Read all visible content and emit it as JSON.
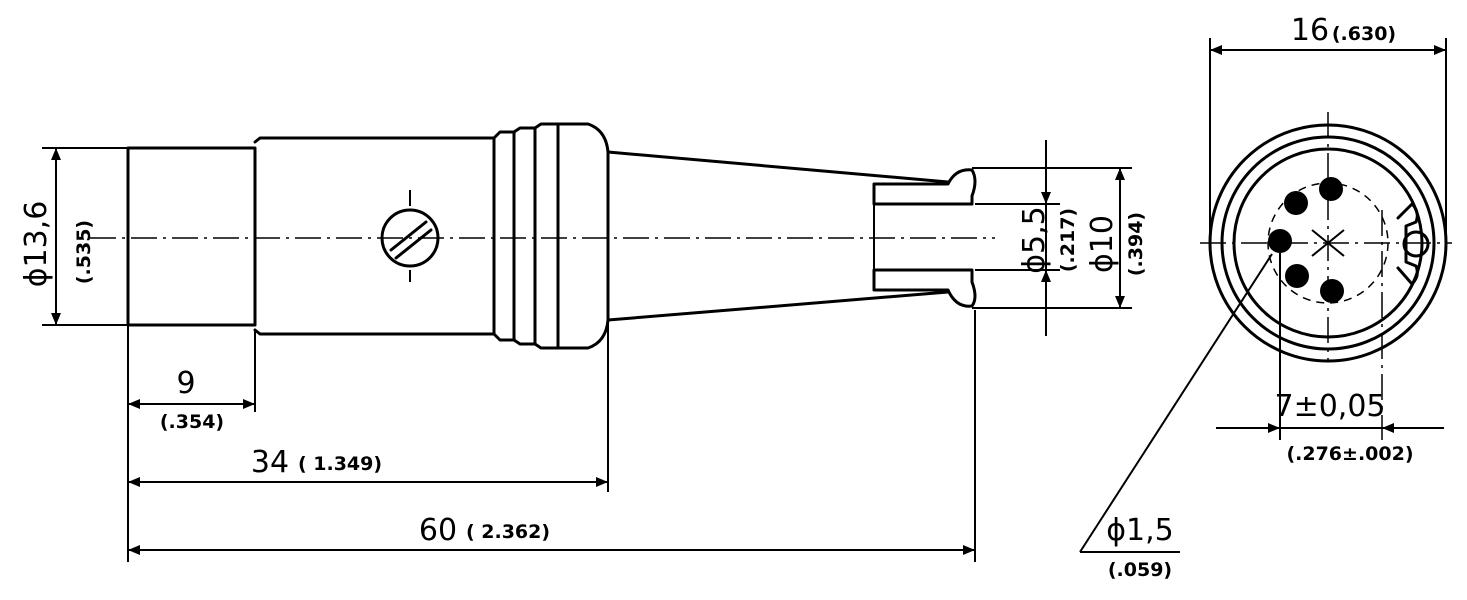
{
  "drawing": {
    "dimensions": {
      "body_dia": {
        "main": "ϕ13,6",
        "inch": "(.535)"
      },
      "len_9": {
        "main": "9",
        "inch": "(.354)"
      },
      "len_34": {
        "main": "34",
        "inch": "( 1.349)"
      },
      "len_60": {
        "main": "60",
        "inch": "( 2.362)"
      },
      "bore_dia": {
        "main": "ϕ5,5",
        "inch": "(.217)"
      },
      "tip_dia": {
        "main": "ϕ10",
        "inch": "(.394)"
      },
      "face_dia": {
        "main": "16",
        "inch": "(.630)"
      },
      "pin_spacing": {
        "main": "7±0,05",
        "inch": "(.276±.002)"
      },
      "pin_dia": {
        "main": "ϕ1,5",
        "inch": "(.059)"
      }
    }
  }
}
